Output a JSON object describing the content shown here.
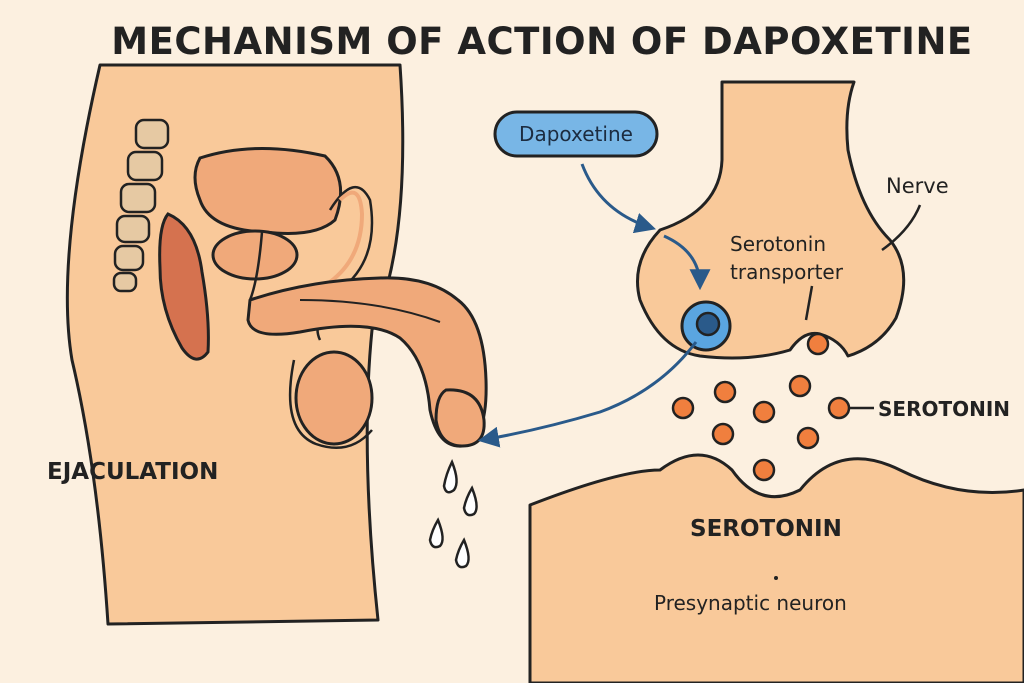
{
  "title": "MECHANISM OF ACTION OF DAPOXETINE",
  "labels": {
    "drug": "Dapoxetine",
    "nerve": "Nerve",
    "transporter": "Serotonin transporter",
    "serotonin_right": "SEROTONIN",
    "serotonin_center": "SEROTONIN",
    "presynaptic": "Presynaptic neuron",
    "ejaculation": "EJACULATION"
  },
  "colors": {
    "background": "#fcf0e0",
    "skin": "#f9c99a",
    "organ": "#f0a97a",
    "organ_dark": "#d5724f",
    "vesicle": "#f07f3e",
    "drug_pill": "#78b6e6",
    "transporter_ring": "#5aa5e0",
    "arrow": "#2a5a8a",
    "outline": "#222222"
  }
}
